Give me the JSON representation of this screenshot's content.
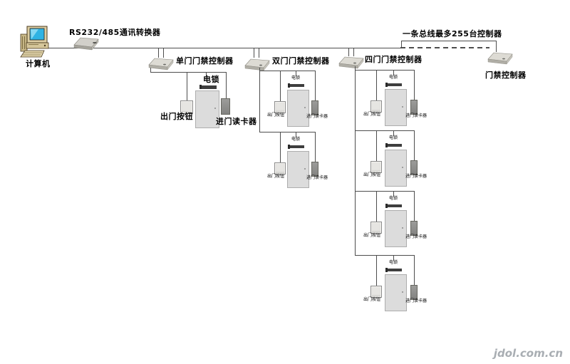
{
  "diagram": {
    "computer_label": "计算机",
    "converter_label": "RS232/485通讯转换器",
    "bus_note": "一条总线最多255台控制器",
    "controllers": {
      "single": "单门门禁控制器",
      "double": "双门门禁控制器",
      "quad": "四门门禁控制器",
      "generic": "门禁控制器"
    },
    "door_unit": {
      "lock": "电锁",
      "exit_button": "出门按钮",
      "reader": "进门读卡器"
    }
  },
  "watermark": "jdol.com.cn",
  "colors": {
    "line": "#4d4d4d",
    "screen_blue": "#2fb3e3",
    "device_beige": "#dccda2",
    "controller_gray": "#dddbd4",
    "door_gray": "#dcdcdc",
    "reader_gray": "#909090",
    "lock_dark": "#3e3e3e",
    "watermark_gray": "#a9aeb3"
  }
}
